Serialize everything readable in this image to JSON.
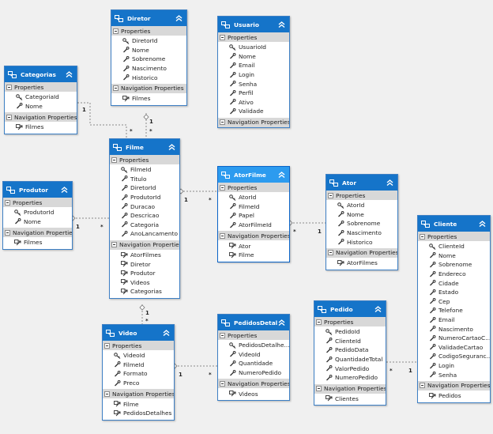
{
  "section_labels": {
    "properties": "Properties",
    "navigation": "Navigation Properties"
  },
  "entities": {
    "diretor": {
      "title": "Diretor",
      "properties": [
        "DiretorId",
        "Nome",
        "Sobrenome",
        "Nascimento",
        "Historico"
      ],
      "navigation": [
        "Filmes"
      ]
    },
    "usuario": {
      "title": "Usuario",
      "properties": [
        "UsuarioId",
        "Nome",
        "Email",
        "Login",
        "Senha",
        "Perfil",
        "Ativo",
        "Validade"
      ],
      "navigation": []
    },
    "categorias": {
      "title": "Categorias",
      "properties": [
        "CategoriaId",
        "Nome"
      ],
      "navigation": [
        "Filmes"
      ]
    },
    "filme": {
      "title": "Filme",
      "properties": [
        "FilmeId",
        "Titulo",
        "DiretorId",
        "ProdutorId",
        "Duracao",
        "Descricao",
        "Categoria",
        "AnoLancamento"
      ],
      "navigation": [
        "AtorFilmes",
        "Diretor",
        "Produtor",
        "Videos",
        "Categorias"
      ]
    },
    "atorfilme": {
      "title": "AtorFilme",
      "properties": [
        "AtorId",
        "FilmeId",
        "Papel",
        "AtorFilmeId"
      ],
      "navigation": [
        "Ator",
        "Filme"
      ]
    },
    "ator": {
      "title": "Ator",
      "properties": [
        "AtorId",
        "Nome",
        "Sobrenome",
        "Nascimento",
        "Historico"
      ],
      "navigation": [
        "AtorFilmes"
      ]
    },
    "cliente": {
      "title": "Cliente",
      "properties": [
        "ClienteId",
        "Nome",
        "Sobrenome",
        "Endereco",
        "Cidade",
        "Estado",
        "Cep",
        "Telefone",
        "Email",
        "Nascimento",
        "NumeroCartaoC...",
        "ValidadeCartao",
        "CodigoSeguranc...",
        "Login",
        "Senha"
      ],
      "navigation": [
        "Pedidos"
      ]
    },
    "produtor": {
      "title": "Produtor",
      "properties": [
        "ProdutorId",
        "Nome"
      ],
      "navigation": [
        "Filmes"
      ]
    },
    "video": {
      "title": "Video",
      "properties": [
        "VideoId",
        "FilmeId",
        "Formato",
        "Preco"
      ],
      "navigation": [
        "Filme",
        "PedidosDetalhes"
      ]
    },
    "pedidosdetalhe": {
      "title": "PedidosDetalhe",
      "properties": [
        "PedidosDetalhe...",
        "VideoId",
        "Quantidade",
        "NumeroPedido"
      ],
      "navigation": [
        "Videos"
      ]
    },
    "pedido": {
      "title": "Pedido",
      "properties": [
        "PedidoId",
        "ClienteId",
        "PedidoData",
        "QuantidadeTotal",
        "ValorPedido",
        "NumeroPedido"
      ],
      "navigation": [
        "Clientes"
      ]
    }
  },
  "multiplicities": {
    "one": "1",
    "many": "*"
  },
  "colors": {
    "header": "#1574c9",
    "header_selected": "#2c9bef",
    "section": "#d8d8d8",
    "border": "#3d7fc4",
    "connector": "#8a8a8a",
    "background": "#f0f0f0"
  }
}
